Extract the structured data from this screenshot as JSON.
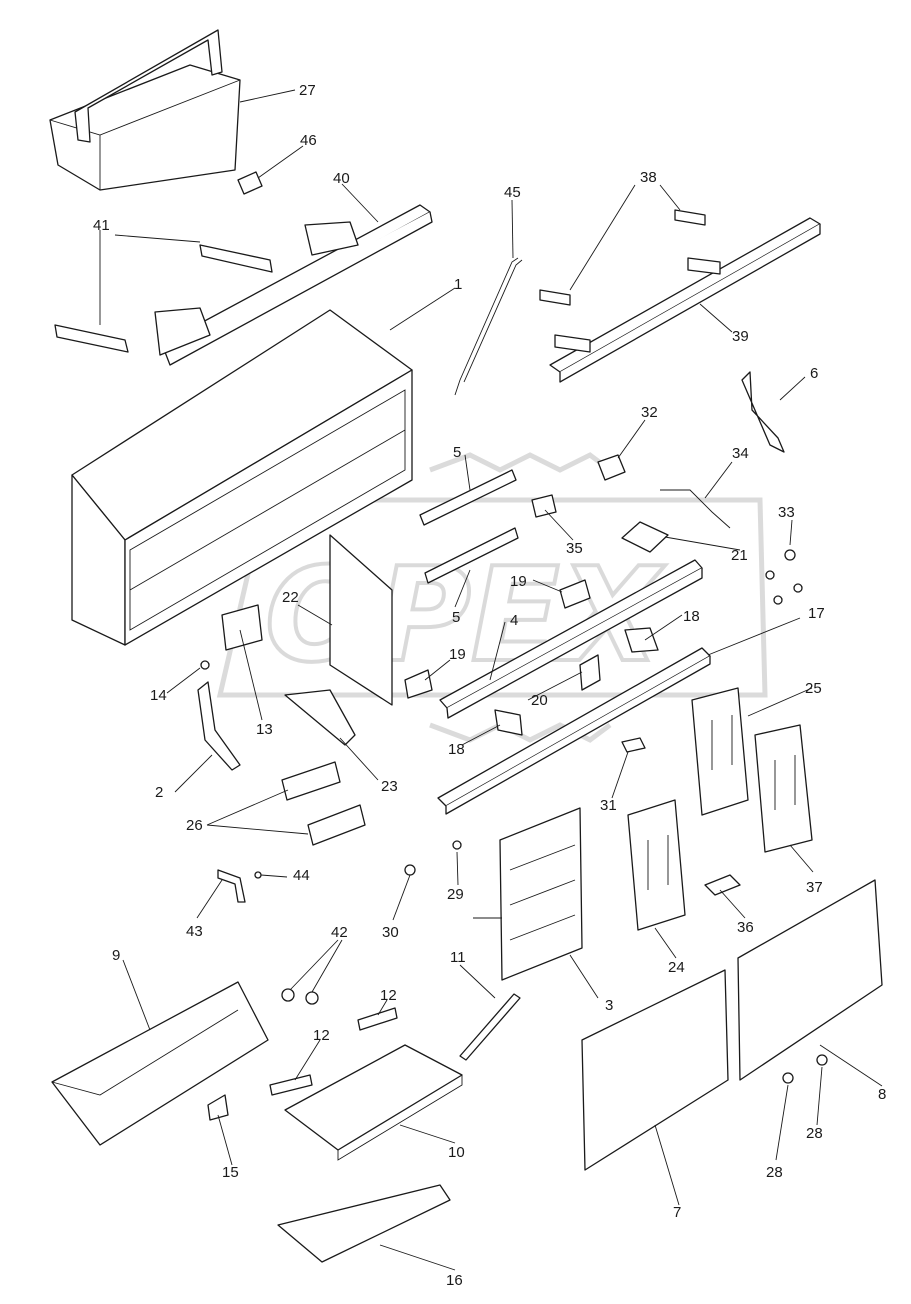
{
  "diagram": {
    "type": "exploded-parts-diagram",
    "watermark": {
      "text": "OPEX"
    },
    "callouts": [
      {
        "id": "c1",
        "label": "1"
      },
      {
        "id": "c2",
        "label": "2"
      },
      {
        "id": "c3",
        "label": "3"
      },
      {
        "id": "c4",
        "label": "4"
      },
      {
        "id": "c5a",
        "label": "5"
      },
      {
        "id": "c5b",
        "label": "5"
      },
      {
        "id": "c6",
        "label": "6"
      },
      {
        "id": "c7",
        "label": "7"
      },
      {
        "id": "c8",
        "label": "8"
      },
      {
        "id": "c9",
        "label": "9"
      },
      {
        "id": "c10",
        "label": "10"
      },
      {
        "id": "c11",
        "label": "11"
      },
      {
        "id": "c12a",
        "label": "12"
      },
      {
        "id": "c12b",
        "label": "12"
      },
      {
        "id": "c13",
        "label": "13"
      },
      {
        "id": "c14",
        "label": "14"
      },
      {
        "id": "c15",
        "label": "15"
      },
      {
        "id": "c16",
        "label": "16"
      },
      {
        "id": "c17",
        "label": "17"
      },
      {
        "id": "c18a",
        "label": "18"
      },
      {
        "id": "c18b",
        "label": "18"
      },
      {
        "id": "c19a",
        "label": "19"
      },
      {
        "id": "c19b",
        "label": "19"
      },
      {
        "id": "c20",
        "label": "20"
      },
      {
        "id": "c21",
        "label": "21"
      },
      {
        "id": "c22",
        "label": "22"
      },
      {
        "id": "c23",
        "label": "23"
      },
      {
        "id": "c24",
        "label": "24"
      },
      {
        "id": "c25",
        "label": "25"
      },
      {
        "id": "c26",
        "label": "26"
      },
      {
        "id": "c27",
        "label": "27"
      },
      {
        "id": "c28a",
        "label": "28"
      },
      {
        "id": "c28b",
        "label": "28"
      },
      {
        "id": "c29",
        "label": "29"
      },
      {
        "id": "c30",
        "label": "30"
      },
      {
        "id": "c31",
        "label": "31"
      },
      {
        "id": "c32",
        "label": "32"
      },
      {
        "id": "c33",
        "label": "33"
      },
      {
        "id": "c34",
        "label": "34"
      },
      {
        "id": "c35",
        "label": "35"
      },
      {
        "id": "c36",
        "label": "36"
      },
      {
        "id": "c37",
        "label": "37"
      },
      {
        "id": "c38",
        "label": "38"
      },
      {
        "id": "c39",
        "label": "39"
      },
      {
        "id": "c40",
        "label": "40"
      },
      {
        "id": "c41",
        "label": "41"
      },
      {
        "id": "c42",
        "label": "42"
      },
      {
        "id": "c43",
        "label": "43"
      },
      {
        "id": "c44",
        "label": "44"
      },
      {
        "id": "c45",
        "label": "45"
      },
      {
        "id": "c46",
        "label": "46"
      }
    ]
  }
}
